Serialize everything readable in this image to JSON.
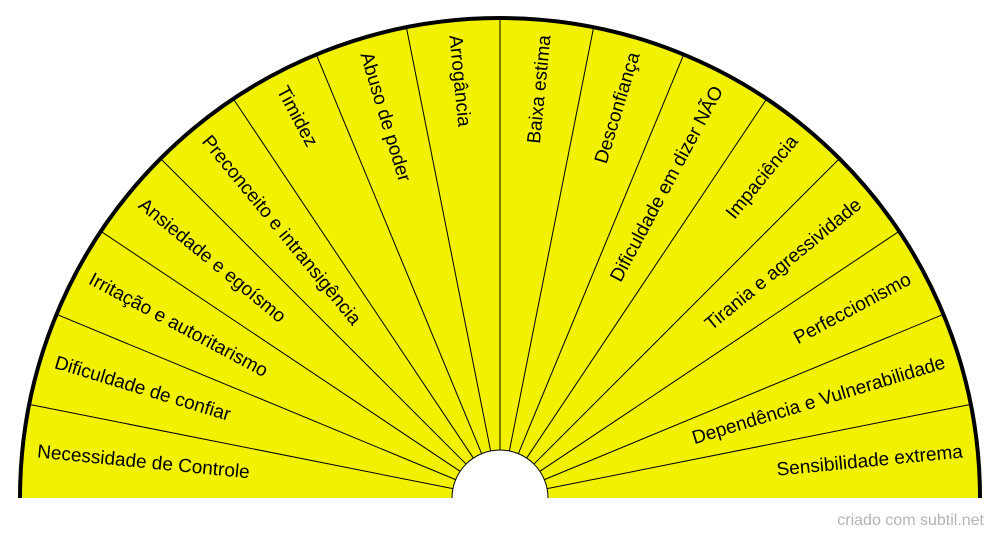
{
  "diagram": {
    "fill_color": "#f2f200",
    "line_color": "#000000",
    "sectors": [
      "Necessidade de Controle",
      "Dificuldade de confiar",
      "Irritação e autoritarismo",
      "Ansiedade e egoísmo",
      "Preconceito e intransigência",
      "Timidez",
      "Abuso de poder",
      "Arrogância",
      "Baixa estima",
      "Desconfiança",
      "Dificuldade em dizer NÃO",
      "Impaciência",
      "Tirania e agressividade",
      "Perfeccionismo",
      "Dependência e Vulnerabilidade",
      "Sensibilidade extrema"
    ]
  },
  "footer": {
    "credit": "criado com subtil.net"
  }
}
